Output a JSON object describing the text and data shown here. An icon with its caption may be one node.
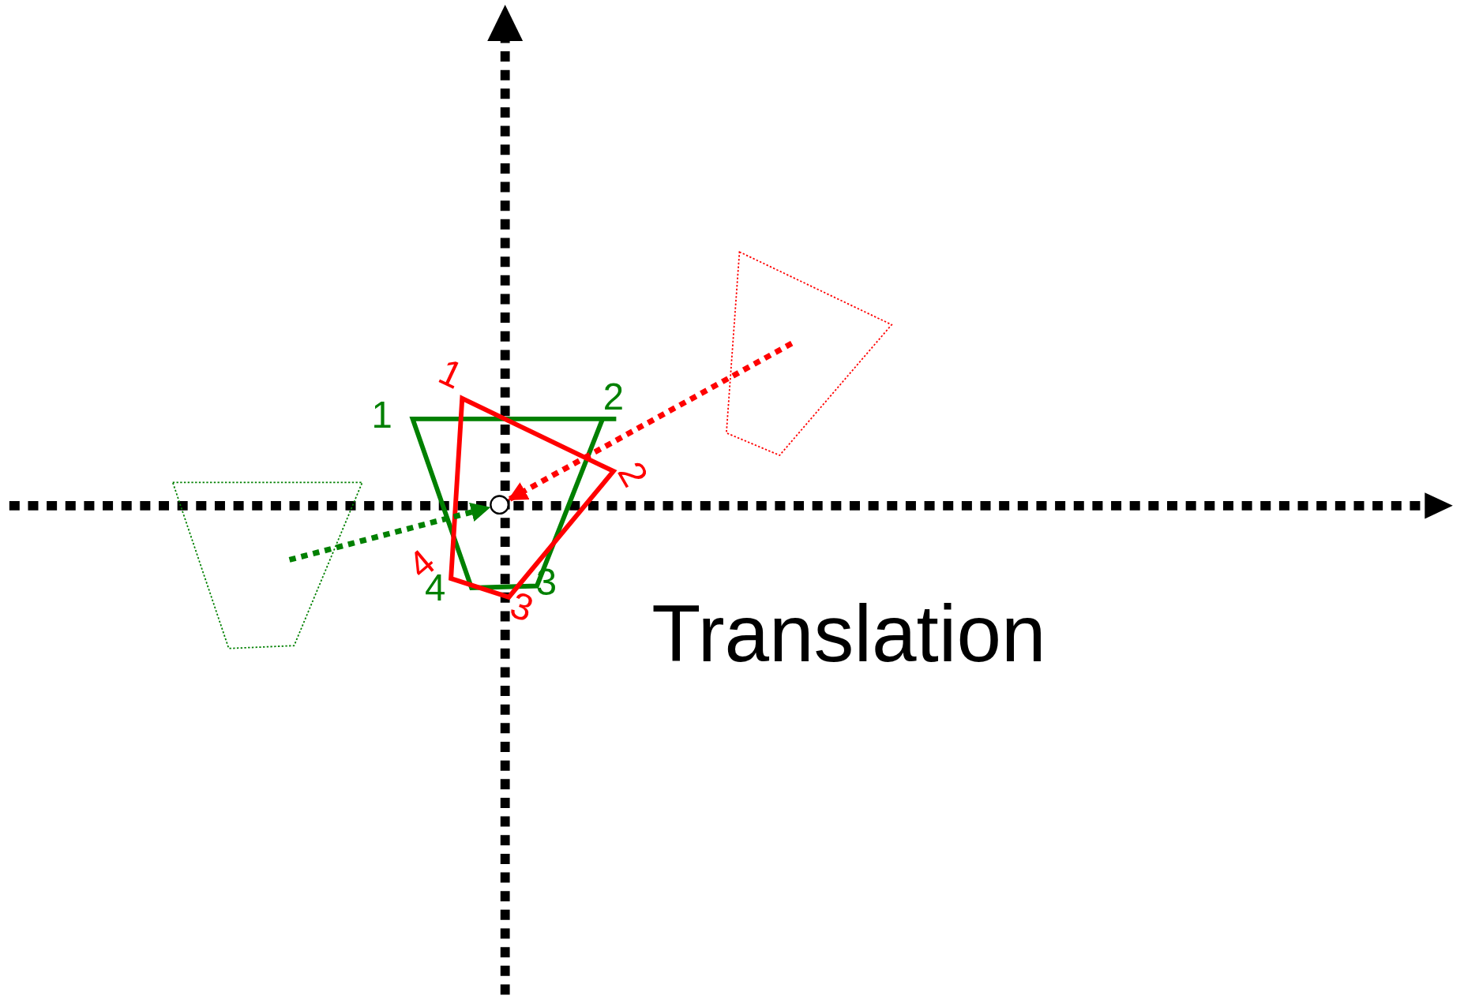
{
  "diagram": {
    "title": "Translation",
    "nodes": [
      {
        "text": [],
        "shape": "box"
      },
      {
        "text": [],
        "shape": "circle"
      },
      {
        "text": [],
        "shape": "box"
      }
    ],
    "edges": [
      {
        "from": 2,
        "to": 1,
        "arrow": "to",
        "style": "dashed",
        "color": "#ff0000"
      },
      {
        "from": 0,
        "to": 1,
        "arrow": "to",
        "style": "dashed",
        "color": "#008000"
      }
    ],
    "labels": [
      "1",
      "2",
      "1",
      "2",
      "4",
      "3",
      "4",
      "3"
    ]
  }
}
